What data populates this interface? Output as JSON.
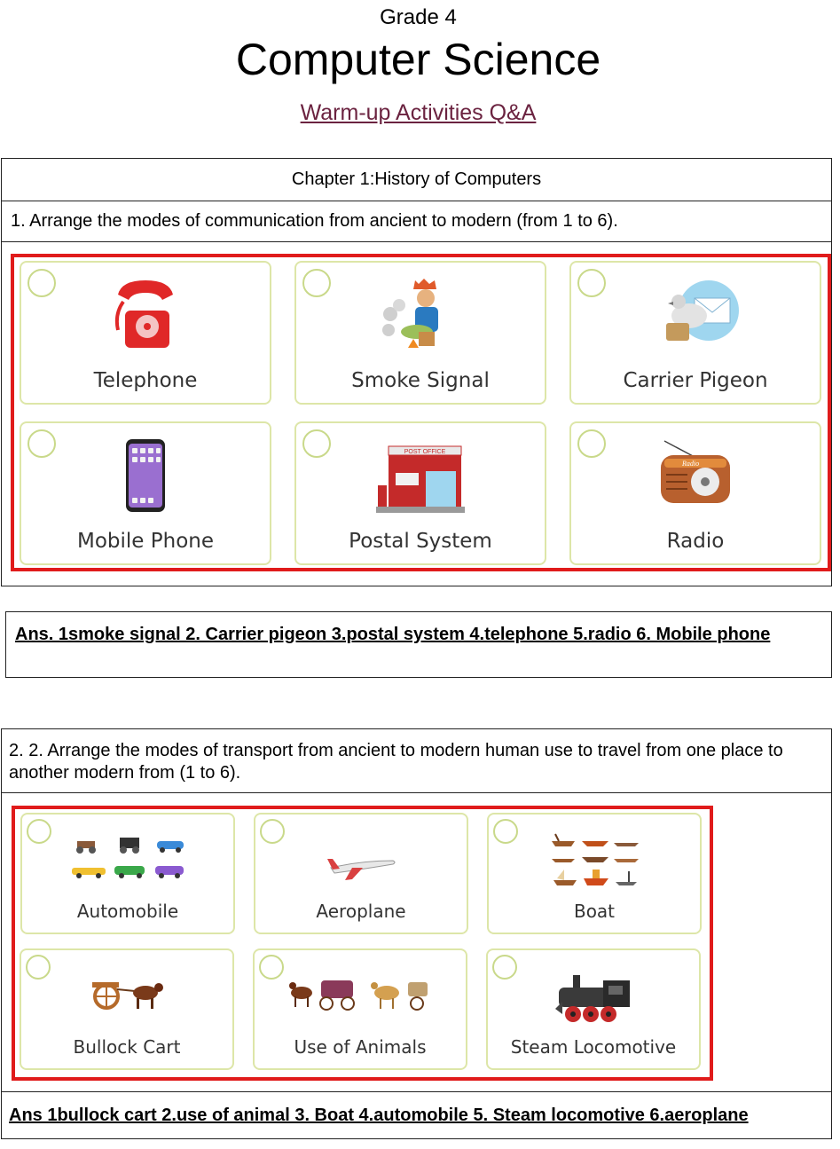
{
  "header": {
    "grade": "Grade 4",
    "title": "Computer Science",
    "subtitle_link": "Warm-up Activities Q&A"
  },
  "section1": {
    "chapter": "Chapter 1:History of Computers",
    "question": "1. Arrange the modes of communication from ancient to modern (from 1 to 6).",
    "cards": [
      {
        "label": "Telephone",
        "icon": "telephone-icon"
      },
      {
        "label": "Smoke Signal",
        "icon": "smoke-signal-icon"
      },
      {
        "label": "Carrier Pigeon",
        "icon": "carrier-pigeon-icon"
      },
      {
        "label": "Mobile Phone",
        "icon": "mobile-phone-icon"
      },
      {
        "label": "Postal System",
        "icon": "post-office-icon"
      },
      {
        "label": "Radio",
        "icon": "radio-icon"
      }
    ],
    "post_office_sign": "POST OFFICE",
    "radio_brand": "Radio",
    "answer": "Ans. 1smoke signal 2. Carrier pigeon 3.postal system 4.telephone 5.radio 6. Mobile phone"
  },
  "section2": {
    "question": "2. 2. Arrange the modes of transport from ancient to modern human use to travel from one place to another modern from (1 to 6).",
    "cards": [
      {
        "label": "Automobile",
        "icon": "automobile-icon"
      },
      {
        "label": "Aeroplane",
        "icon": "aeroplane-icon"
      },
      {
        "label": "Boat",
        "icon": "boat-icon"
      },
      {
        "label": "Bullock Cart",
        "icon": "bullock-cart-icon"
      },
      {
        "label": "Use of Animals",
        "icon": "animals-icon"
      },
      {
        "label": "Steam Locomotive",
        "icon": "steam-locomotive-icon"
      }
    ],
    "answer": "Ans 1bullock cart 2.use of animal 3. Boat 4.automobile 5. Steam locomotive 6.aeroplane"
  },
  "colors": {
    "frame_red": "#e01b1b",
    "card_border": "#dde6a8",
    "link": "#6b2340"
  }
}
